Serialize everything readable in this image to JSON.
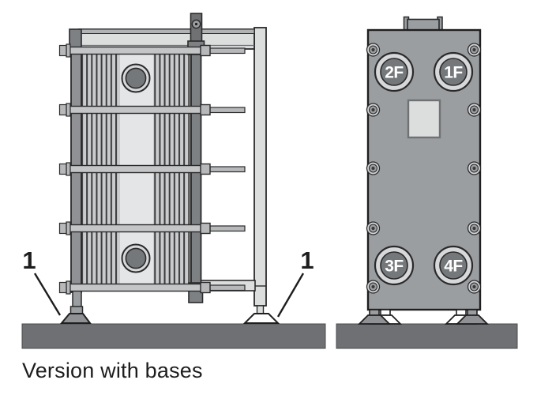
{
  "caption": "Version with bases",
  "callouts": [
    {
      "label": "1",
      "target": "left-base-foot"
    },
    {
      "label": "1",
      "target": "support-column-base-foot"
    }
  ],
  "ports": [
    {
      "label": "2F",
      "position": "front-top-left"
    },
    {
      "label": "1F",
      "position": "front-top-right"
    },
    {
      "label": "3F",
      "position": "front-bottom-left"
    },
    {
      "label": "4F",
      "position": "front-bottom-right"
    }
  ],
  "icons": {
    "base_foot": "cone-foot-icon",
    "port": "circular-port-icon",
    "bolt": "hex-bolt-icon",
    "lifting_lug": "lifting-lug-icon"
  },
  "colors": {
    "outline": "#2a2a2b",
    "frame_gray": "#9b9ea1",
    "plate_dark": "#7e8184",
    "light_gray": "#dcdddd",
    "band_gray": "#e4e5e6",
    "rib_bg": "#c9cbcd",
    "rib_line": "#3b3b3c",
    "metal": "#b6b8ba",
    "floor_gray": "#6e7073",
    "port_inner": "#75787b",
    "port_ring": "#d7d8d9"
  }
}
